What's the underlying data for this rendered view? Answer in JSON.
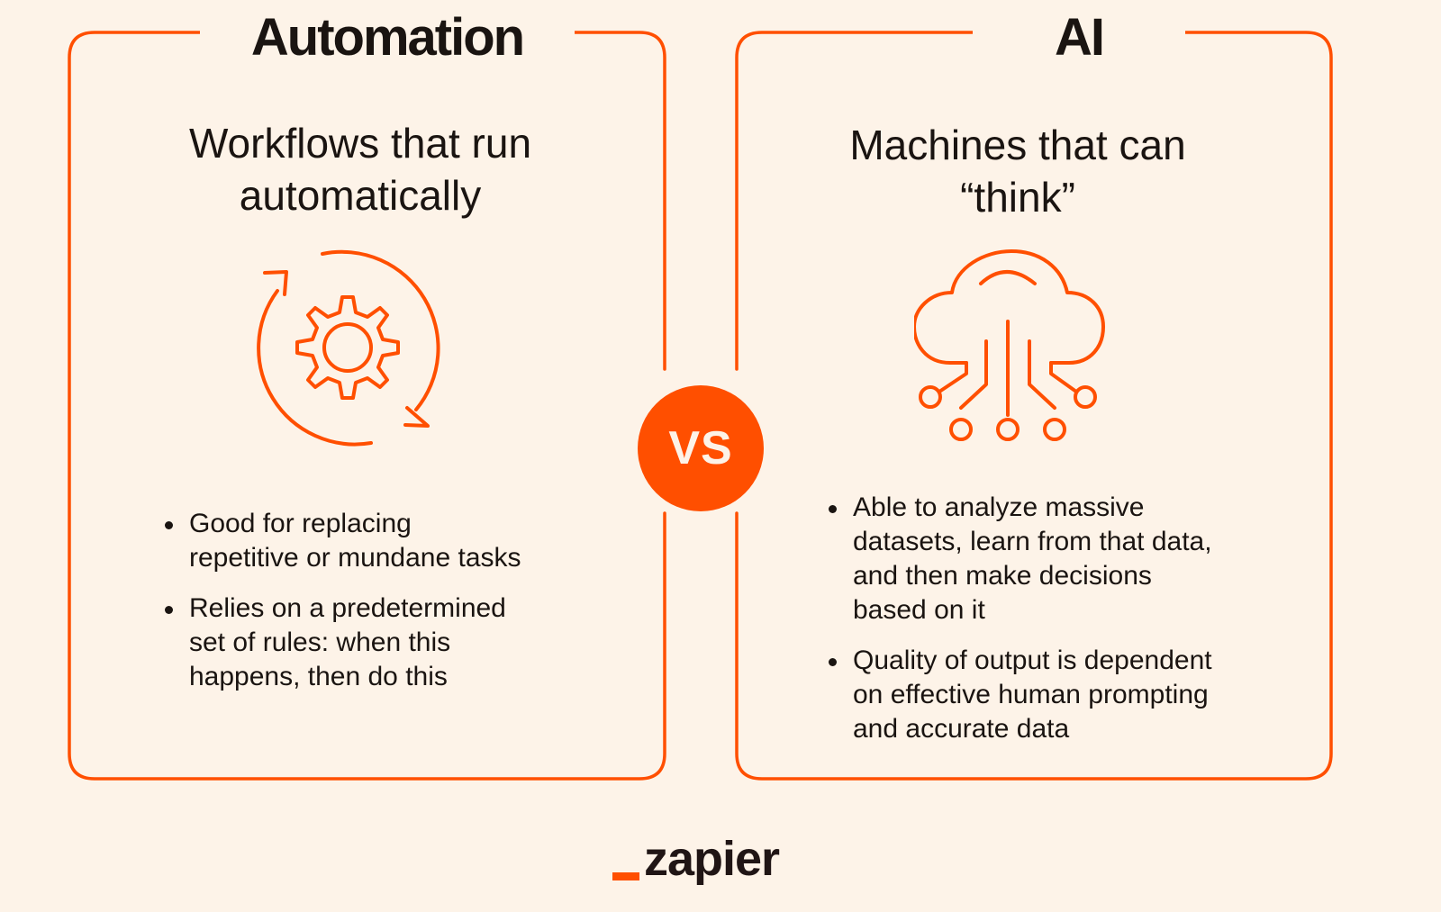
{
  "colors": {
    "background": "#FDF3E8",
    "accent": "#FF4F00",
    "text": "#1a1411"
  },
  "automation": {
    "title": "Automation",
    "subtitle_line1": "Workflows that run",
    "subtitle_line2": "automatically",
    "icon": "gear-cycle-icon",
    "bullets": [
      {
        "line1": "Good for replacing",
        "line2": "repetitive or mundane tasks"
      },
      {
        "line1": "Relies on a predetermined",
        "line2": "set of rules: when this",
        "line3": "happens, then do this"
      }
    ]
  },
  "ai": {
    "title": "AI",
    "subtitle_line1": "Machines that can",
    "subtitle_line2": "“think”",
    "icon": "ai-cloud-circuit-icon",
    "bullets": [
      {
        "line1": "Able to analyze massive",
        "line2": "datasets, learn from that data,",
        "line3": "and then make decisions",
        "line4": "based on it"
      },
      {
        "line1": "Quality of output is dependent",
        "line2": "on effective human prompting",
        "line3": "and accurate data"
      }
    ]
  },
  "vs_label": "VS",
  "brand": {
    "name": "zapier",
    "icon": "zapier-logo"
  }
}
